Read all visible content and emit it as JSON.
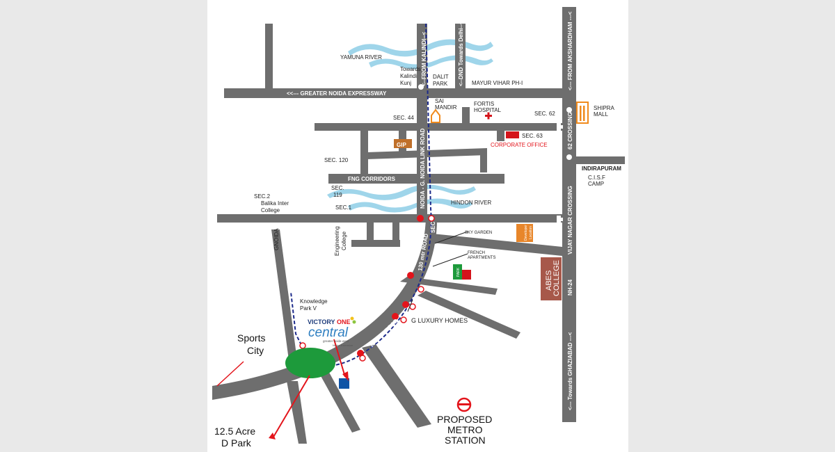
{
  "colors": {
    "background": "#ffffff",
    "side": "#e9e9e9",
    "road": "#6e6e6e",
    "river": "#9fd5ea",
    "metro_route": "#1c2a8a",
    "marker": "#e3141b",
    "park": "#1d9a3b",
    "pointer": "#e3141b"
  },
  "roads": {
    "greater_noida_expressway": "<<--- GREATER NOIDA EXPRESSWAY",
    "from_kalindi": "<--FROM KALINDI--<",
    "dnd_towards_delhi": "<--DND Towards Delhi--<",
    "from_akshardham": "<--- FROM AKSHARDHAM ---<",
    "noida_gnoida_link": "NOIDA - G. NOIDA LINK ROAD",
    "fng_corridors": "FNG CORRIDORS",
    "crossing_62": "62 CROSSING",
    "vijay_nagar_crossing": "VIJAY NAGAR CROSSING",
    "nh24": "NH-24",
    "towards_ghaziabad": "<--- Towards GHAZIABAD ---<",
    "road_130_upper": "130 mtr ROAD",
    "road_130_lower": "130 mtr ROAD",
    "gnoida": "GNOIDA",
    "sec_short": "SEC"
  },
  "places": {
    "yamuna_river": "YAMUNA RIVER",
    "towards_kalindi_kunj": [
      "Towards",
      "Kalindi",
      "Kunj"
    ],
    "dalit_park": [
      "DALIT",
      "PARK"
    ],
    "mayur_vihar": "MAYUR VIHAR PH-I",
    "sai_mandir": [
      "SAI",
      "MANDIR"
    ],
    "fortis_hospital": [
      "FORTIS",
      "HOSPITAL"
    ],
    "sec_62": "SEC. 62",
    "sec_44": "SEC. 44",
    "sec_63": "SEC. 63",
    "corporate_office": "CORPORATE OFFICE",
    "shipra_mall": [
      "SHIPRA",
      "MALL"
    ],
    "gip": "GIP",
    "sec_120": "SEC. 120",
    "indirapuram": "INDIRAPURAM",
    "cisf_camp": [
      "C.I.S.F",
      "CAMP"
    ],
    "sec_119": [
      "SEC.",
      "119"
    ],
    "hindon_river": "HINDON RIVER",
    "sec_2": [
      "SEC.2",
      "Balika Inter",
      "College"
    ],
    "sec_1": "SEC.1",
    "engineering_college": [
      "Engineering",
      "College"
    ],
    "sky_garden": "SKY GARDEN",
    "french_apartments": [
      "FRENCH",
      "APARTMENTS"
    ],
    "shipra_sign": [
      "Developer",
      "Location"
    ],
    "abes_college": [
      "ABES",
      "COLLEGE"
    ],
    "park_sign": "PARK",
    "knowledge_park": [
      "Knowledge",
      "Park V"
    ],
    "g_luxury_homes": "G LUXURY HOMES",
    "sports_city": [
      "Sports",
      "City"
    ],
    "acre_park": [
      "12.5 Acre",
      "D Park"
    ],
    "metro_station": [
      "PROPOSED",
      "METRO",
      "STATION"
    ]
  },
  "logo": {
    "name_a": "VICTORY",
    "name_b": "ONE",
    "name_c": "central",
    "tagline": "greater noida west",
    "sub": "Noida Extension"
  }
}
